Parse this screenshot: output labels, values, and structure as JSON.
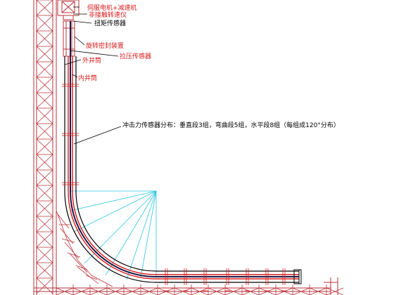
{
  "labels": {
    "servo_motor_reducer": "伺服电机+减速机",
    "torque_speed_meter": "非接触转速仪",
    "torque_sensor": "扭矩传感器",
    "rotary_seal": "旋转密封装置",
    "tension_sensor": "拉压传感器",
    "outer_wellbore": "外井筒",
    "inner_wellbore": "内井筒",
    "impact_sensor_distribution": "冲击力传感器分布：垂直段3组，弯曲段5组，水平段8组（每组成120°分布）"
  },
  "colors": {
    "red_label": "#d81a1a",
    "black_label": "#000000",
    "cyan_line": "#29c6e0",
    "red_tube": "#d81a1a",
    "wall_red": "#b8323a"
  }
}
